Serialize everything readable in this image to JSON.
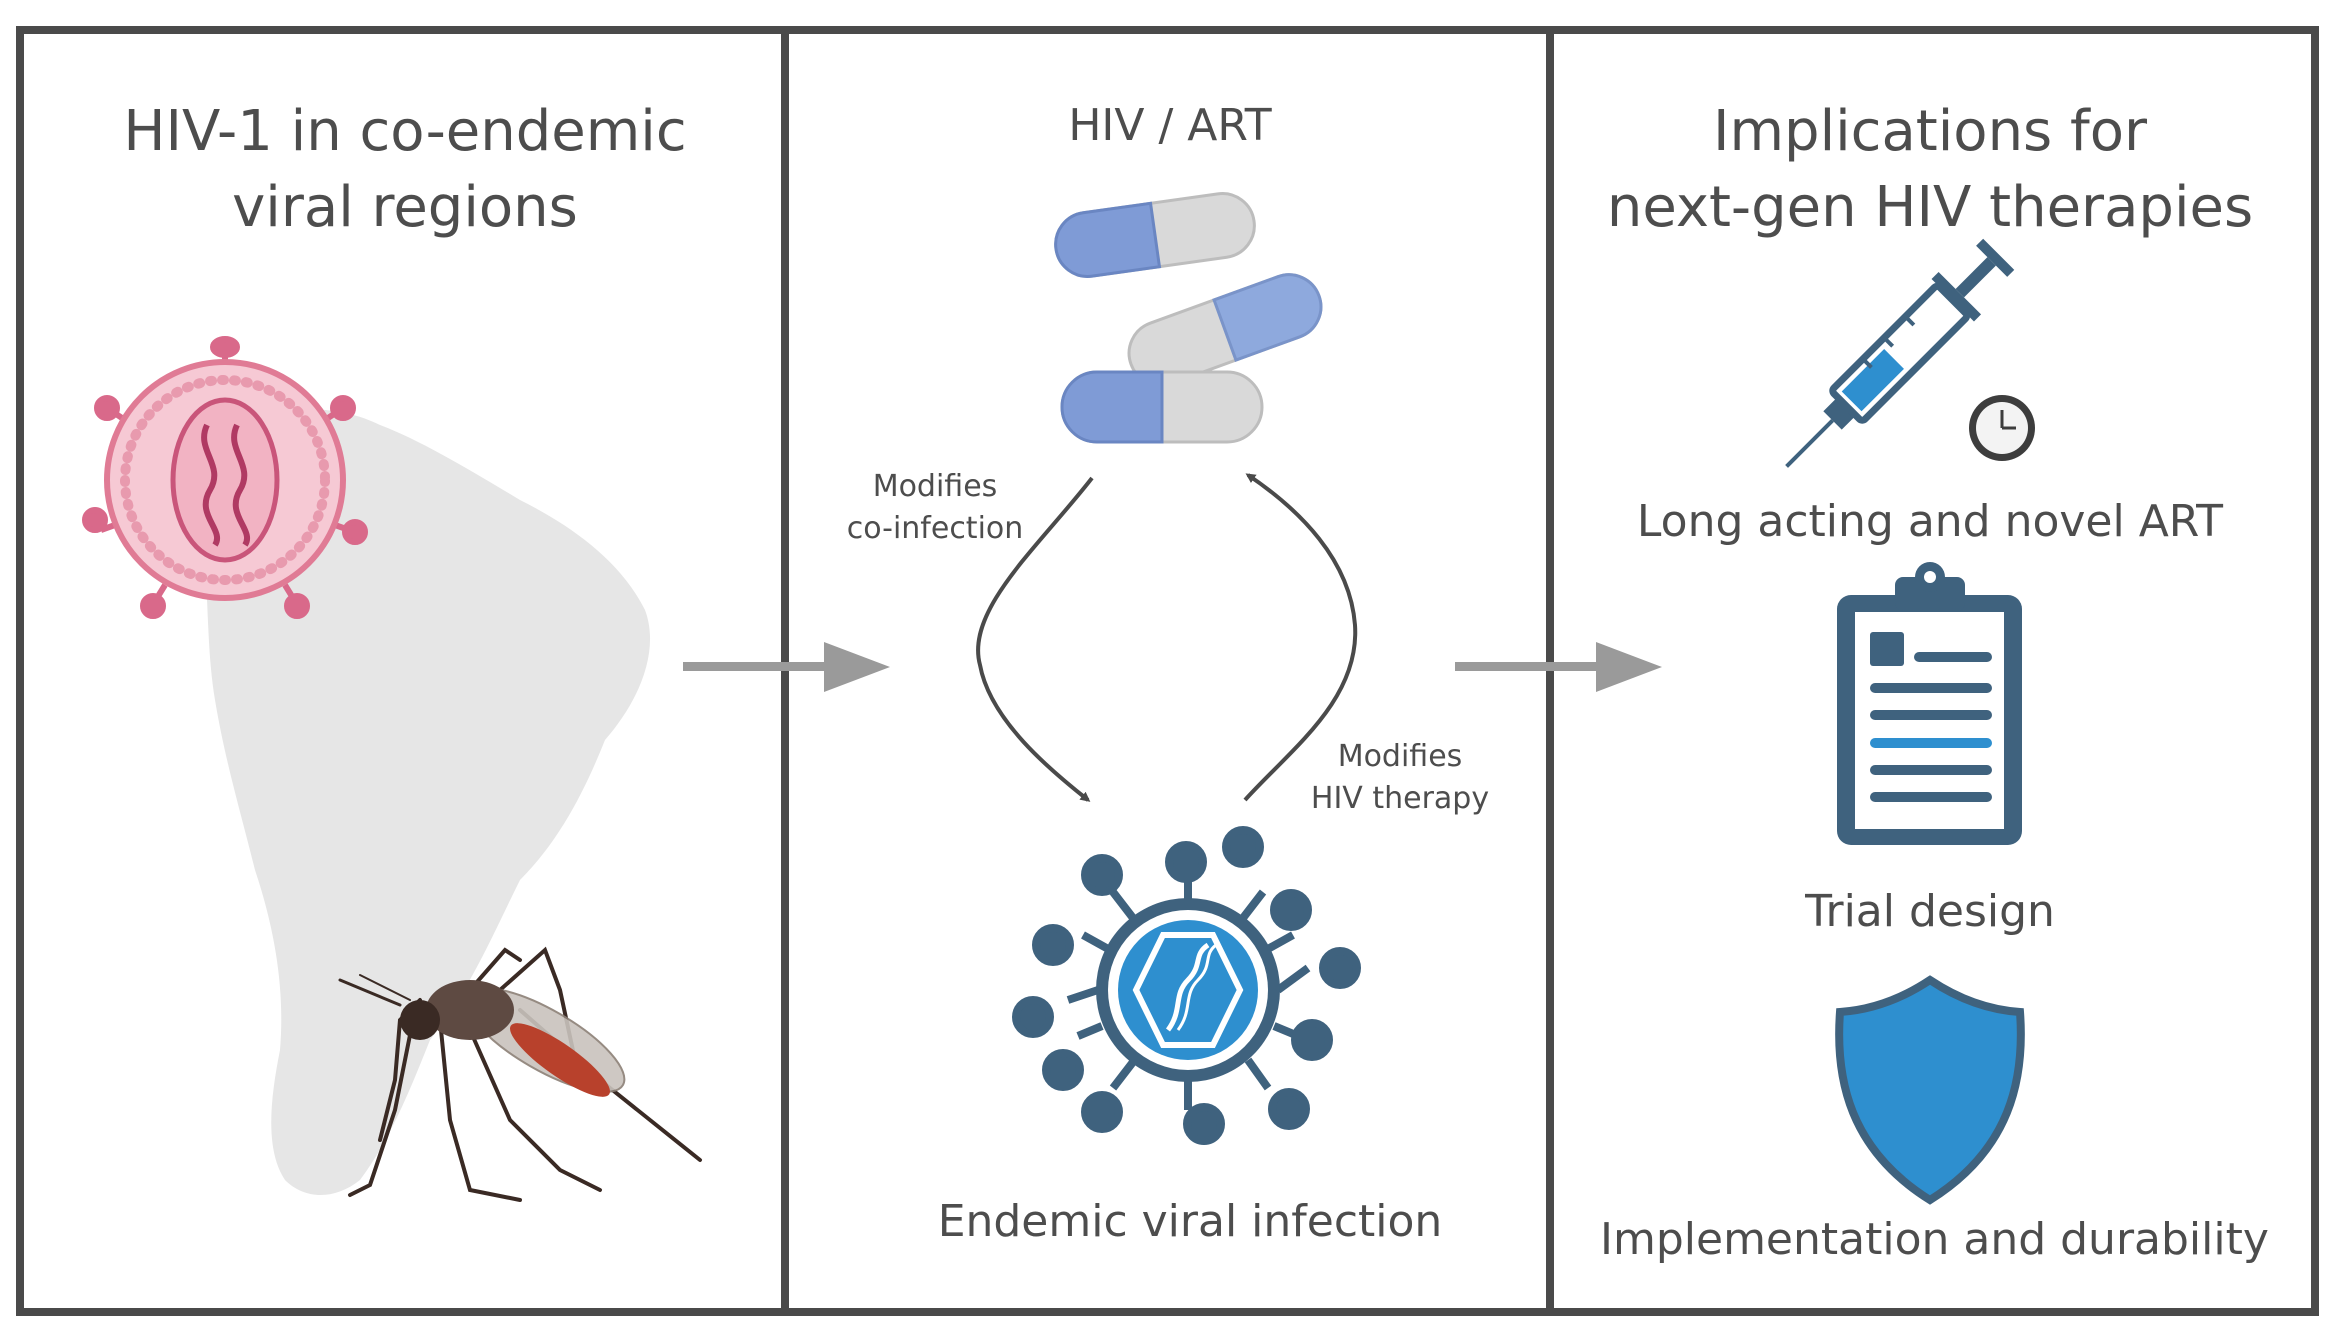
{
  "panels": {
    "left": {
      "title_line1": "HIV-1 in co-endemic",
      "title_line2": "viral regions"
    },
    "middle": {
      "title": "HIV / ART",
      "label_left_line1": "Modifies",
      "label_left_line2": "co-infection",
      "label_right_line1": "Modifies",
      "label_right_line2": "HIV therapy",
      "bottom_caption": "Endemic viral infection"
    },
    "right": {
      "title_line1": "Implications for",
      "title_line2": "next-gen HIV therapies",
      "item1": "Long acting and novel ART",
      "item2": "Trial design",
      "item3": "Implementation and durability"
    }
  },
  "icons": {
    "hiv_virion": "hiv-virus-icon",
    "map": "south-america-map",
    "mosquito": "mosquito-icon",
    "pills": "pills-icon",
    "endemic_virus": "virus-icon",
    "syringe": "syringe-icon",
    "clock": "clock-icon",
    "clipboard": "clipboard-icon",
    "shield": "shield-icon"
  },
  "colors": {
    "border": "#4a4a4a",
    "text": "#4d4d4d",
    "arrow": "#9a9a9a",
    "virus_pink": "#e07b95",
    "virus_dark": "#3f627e",
    "accent_blue": "#2e8fcf",
    "pill_blue": "#7f9bd6",
    "map_gray": "#e6e6e6"
  }
}
